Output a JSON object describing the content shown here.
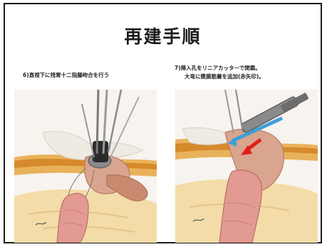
{
  "slide": {
    "title": "再建手順",
    "left_panel": {
      "caption": "6)直視下に残胃十二指腸吻合を行う"
    },
    "right_panel": {
      "caption_line1": "7)挿入孔をリニアカッターで閉鎖。",
      "caption_line2": "大弯に漿膜筋層を追加(赤矢印)。"
    }
  },
  "colors": {
    "border": "#1a1a1a",
    "tissue_pink": "#d9968f",
    "fat_yellow": "#f2d9a0",
    "muscle_orange": "#d9912f",
    "arrow_red": "#e0201b",
    "stapler_blue": "#3fa0d8"
  }
}
